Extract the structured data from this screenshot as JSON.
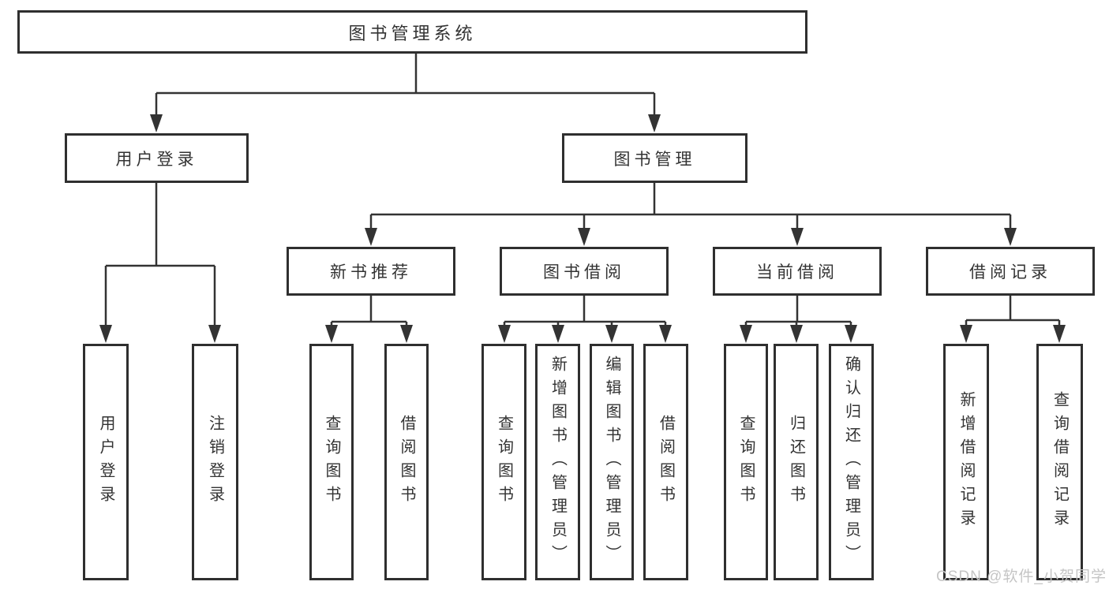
{
  "diagram": {
    "title": "图书管理系统",
    "tree": {
      "root": {
        "label": "图书管理系统"
      },
      "branches": [
        {
          "label": "用户登录",
          "children": [
            {
              "label": "用户登录"
            },
            {
              "label": "注销登录"
            }
          ]
        },
        {
          "label": "图书管理",
          "children": [
            {
              "label": "新书推荐",
              "children": [
                {
                  "label": "查询图书"
                },
                {
                  "label": "借阅图书"
                }
              ]
            },
            {
              "label": "图书借阅",
              "children": [
                {
                  "label": "查询图书"
                },
                {
                  "label": "新增图书（管理员）"
                },
                {
                  "label": "编辑图书（管理员）"
                },
                {
                  "label": "借阅图书"
                }
              ]
            },
            {
              "label": "当前借阅",
              "children": [
                {
                  "label": "查询图书"
                },
                {
                  "label": "归还图书"
                },
                {
                  "label": "确认归还（管理员）"
                }
              ]
            },
            {
              "label": "借阅记录",
              "children": [
                {
                  "label": "新增借阅记录"
                },
                {
                  "label": "查询借阅记录"
                }
              ]
            }
          ]
        }
      ]
    },
    "watermark": "CSDN @软件_小贺同学",
    "colors": {
      "line": "#333333",
      "box_border": "#2f2f2f",
      "text": "#333333",
      "background": "#ffffff",
      "watermark": "#c5c5c5"
    }
  }
}
